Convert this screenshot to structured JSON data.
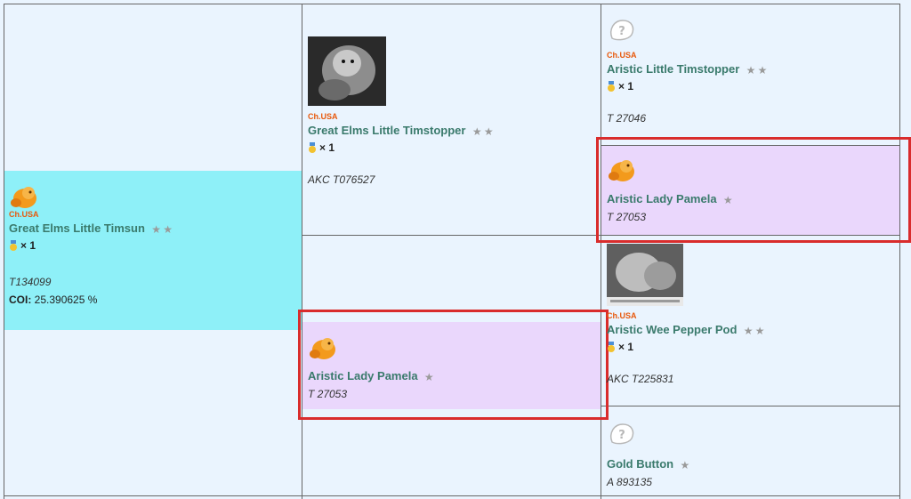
{
  "subject": {
    "title_tag": "Ch.USA",
    "name": "Great Elms Little Timsun",
    "medal_count": "× 1",
    "reg_no": "T134099",
    "coi_label": "COI:",
    "coi_value": " 25.390625 %"
  },
  "sire": {
    "title_tag": "Ch.USA",
    "name": "Great Elms Little Timstopper",
    "medal_count": "× 1",
    "reg_no": "AKC T076527"
  },
  "dam": {
    "name": "Aristic Lady Pamela",
    "reg_no": "T 27053"
  },
  "sire_sire": {
    "title_tag": "Ch.USA",
    "name": "Aristic Little Timstopper",
    "medal_count": "× 1",
    "reg_no": "T 27046"
  },
  "sire_dam": {
    "name": "Aristic Lady Pamela",
    "reg_no": "T 27053"
  },
  "dam_sire": {
    "title_tag": "Ch.USA",
    "name": "Aristic Wee Pepper Pod",
    "medal_count": "× 1",
    "reg_no": "AKC T225831"
  },
  "dam_dam": {
    "name": "Gold Button",
    "reg_no": "A 893135"
  },
  "colors": {
    "subject_bg": "#8ef0f8",
    "dam_bg": "#ead7fc",
    "highlight_border": "#d92c2c",
    "name_color": "#3a7a6c",
    "title_color": "#e8590c"
  },
  "icons": [
    "dog-icon",
    "unknown-dog-icon",
    "star-icon",
    "medal-icon"
  ]
}
